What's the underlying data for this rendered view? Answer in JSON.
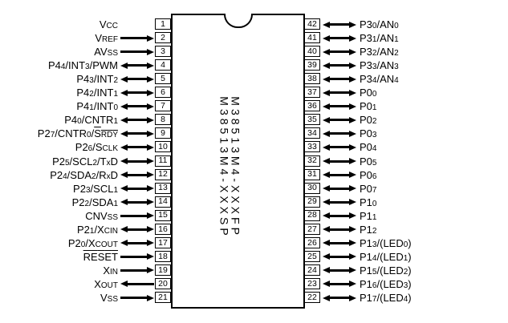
{
  "diagram": {
    "chip": {
      "part_number_fp": "M38513M4-XXXFP",
      "part_number_sp": "M38513M4-XXXSP"
    },
    "left_pins": [
      {
        "num": "1",
        "label": "V{CC}",
        "dir": "none"
      },
      {
        "num": "2",
        "label": "V{REF}",
        "dir": "in"
      },
      {
        "num": "3",
        "label": "AV{SS}",
        "dir": "in"
      },
      {
        "num": "4",
        "label": "P4{4}/INT{3}/PWM",
        "dir": "bi"
      },
      {
        "num": "5",
        "label": "P4{3}/INT{2}",
        "dir": "bi"
      },
      {
        "num": "6",
        "label": "P4{2}/INT{1}",
        "dir": "bi"
      },
      {
        "num": "7",
        "label": "P4{1}/INT{0}",
        "dir": "bi"
      },
      {
        "num": "8",
        "label": "P4{0}/CNTR{1}",
        "dir": "bi"
      },
      {
        "num": "9",
        "label": "P2{7}/CNTR{0}/[S{RDY}]",
        "dir": "bi"
      },
      {
        "num": "10",
        "label": "P2{6}/S{CLK}",
        "dir": "bi"
      },
      {
        "num": "11",
        "label": "P2{5}/SCL{2}/T{x}D",
        "dir": "bi"
      },
      {
        "num": "12",
        "label": "P2{4}/SDA{2}/R{x}D",
        "dir": "bi"
      },
      {
        "num": "13",
        "label": "P2{3}/SCL{1}",
        "dir": "bi"
      },
      {
        "num": "14",
        "label": "P2{2}/SDA{1}",
        "dir": "bi"
      },
      {
        "num": "15",
        "label": "CNV{SS}",
        "dir": "in"
      },
      {
        "num": "16",
        "label": "P2{1}/X{CIN}",
        "dir": "bi"
      },
      {
        "num": "17",
        "label": "P2{0}/X{COUT}",
        "dir": "bi"
      },
      {
        "num": "18",
        "label": "[RESET]",
        "dir": "in"
      },
      {
        "num": "19",
        "label": "X{IN}",
        "dir": "in"
      },
      {
        "num": "20",
        "label": "X{OUT}",
        "dir": "out"
      },
      {
        "num": "21",
        "label": "V{SS}",
        "dir": "in"
      }
    ],
    "right_pins": [
      {
        "num": "42",
        "label": "P3{0}/AN{0}",
        "dir": "bi"
      },
      {
        "num": "41",
        "label": "P3{1}/AN{1}",
        "dir": "bi"
      },
      {
        "num": "40",
        "label": "P3{2}/AN{2}",
        "dir": "bi"
      },
      {
        "num": "39",
        "label": "P3{3}/AN{3}",
        "dir": "bi"
      },
      {
        "num": "38",
        "label": "P3{4}/AN{4}",
        "dir": "bi"
      },
      {
        "num": "37",
        "label": "P0{0}",
        "dir": "bi"
      },
      {
        "num": "36",
        "label": "P0{1}",
        "dir": "bi"
      },
      {
        "num": "35",
        "label": "P0{2}",
        "dir": "bi"
      },
      {
        "num": "34",
        "label": "P0{3}",
        "dir": "bi"
      },
      {
        "num": "33",
        "label": "P0{4}",
        "dir": "bi"
      },
      {
        "num": "32",
        "label": "P0{5}",
        "dir": "bi"
      },
      {
        "num": "31",
        "label": "P0{6}",
        "dir": "bi"
      },
      {
        "num": "30",
        "label": "P0{7}",
        "dir": "bi"
      },
      {
        "num": "29",
        "label": "P1{0}",
        "dir": "bi"
      },
      {
        "num": "28",
        "label": "P1{1}",
        "dir": "bi"
      },
      {
        "num": "27",
        "label": "P1{2}",
        "dir": "bi"
      },
      {
        "num": "26",
        "label": "P1{3}/(LED{0})",
        "dir": "bi"
      },
      {
        "num": "25",
        "label": "P1{4}/(LED{1})",
        "dir": "bi"
      },
      {
        "num": "24",
        "label": "P1{5}/(LED{2})",
        "dir": "bi"
      },
      {
        "num": "23",
        "label": "P1{6}/(LED{3})",
        "dir": "bi"
      },
      {
        "num": "22",
        "label": "P1{7}/(LED{4})",
        "dir": "bi"
      }
    ],
    "colors": {
      "ink": "#000000",
      "paper": "#ffffff"
    }
  }
}
